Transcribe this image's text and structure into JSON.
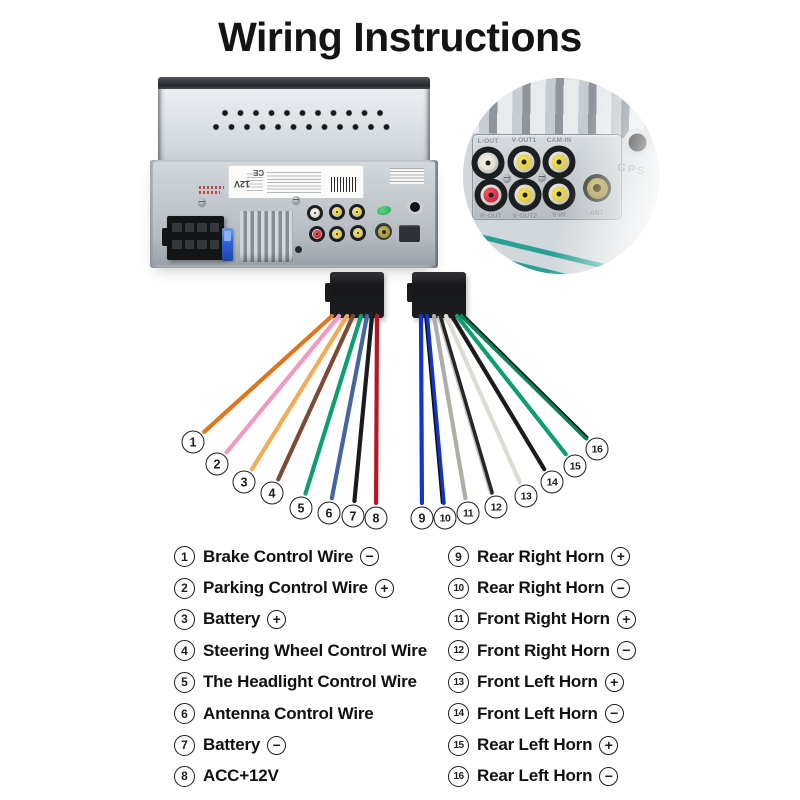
{
  "title": "Wiring Instructions",
  "unit": {
    "voltage_label": "12V",
    "ce_mark": "CE"
  },
  "inset": {
    "gps_label": "GPS",
    "ant_label": "ANT",
    "rca_top": [
      {
        "label": "L-OUT",
        "color": "white"
      },
      {
        "label": "V-OUT1",
        "color": "yellow"
      },
      {
        "label": "CAM-IN",
        "color": "yellow"
      }
    ],
    "rca_bottom": [
      {
        "label": "R-OUT",
        "color": "red"
      },
      {
        "label": "V-OUT2",
        "color": "yellow"
      },
      {
        "label": "V-IN",
        "color": "yellow"
      }
    ]
  },
  "harness": {
    "left_wires": [
      {
        "num": "1",
        "color": "#e0761c"
      },
      {
        "num": "2",
        "color": "#f399c1"
      },
      {
        "num": "3",
        "color": "#f3ab56"
      },
      {
        "num": "4",
        "color": "#7c4b33"
      },
      {
        "num": "5",
        "color": "#0d9e72"
      },
      {
        "num": "6",
        "color": "#44659f"
      },
      {
        "num": "7",
        "color": "#1b1b1b"
      },
      {
        "num": "8",
        "color": "#bb1524"
      }
    ],
    "right_wires": [
      {
        "num": "9",
        "color": "#1433c8"
      },
      {
        "num": "10",
        "color": "#1433c8",
        "stripe": "#111111"
      },
      {
        "num": "11",
        "color": "#aeaea6"
      },
      {
        "num": "12",
        "color": "#262626",
        "stripe": "#bcbcb4"
      },
      {
        "num": "13",
        "color": "#dcdcd5"
      },
      {
        "num": "14",
        "color": "#1b1b1b"
      },
      {
        "num": "15",
        "color": "#0d9e72"
      },
      {
        "num": "16",
        "color": "#0c7f57",
        "stripe": "#111111"
      }
    ]
  },
  "legend": {
    "left": [
      {
        "num": "1",
        "label": "Brake Control Wire",
        "sign": "−"
      },
      {
        "num": "2",
        "label": "Parking Control Wire",
        "sign": "+"
      },
      {
        "num": "3",
        "label": "Battery",
        "sign": "+"
      },
      {
        "num": "4",
        "label": "Steering Wheel Control Wire",
        "sign": ""
      },
      {
        "num": "5",
        "label": "The Headlight Control Wire",
        "sign": ""
      },
      {
        "num": "6",
        "label": "Antenna Control Wire",
        "sign": ""
      },
      {
        "num": "7",
        "label": "Battery",
        "sign": "−"
      },
      {
        "num": "8",
        "label": "ACC+12V",
        "sign": ""
      }
    ],
    "right": [
      {
        "num": "9",
        "label": "Rear Right Horn",
        "sign": "+"
      },
      {
        "num": "10",
        "label": "Rear Right Horn",
        "sign": "−"
      },
      {
        "num": "11",
        "label": "Front Right Horn",
        "sign": "+"
      },
      {
        "num": "12",
        "label": "Front Right Horn",
        "sign": "−"
      },
      {
        "num": "13",
        "label": "Front Left Horn",
        "sign": "+"
      },
      {
        "num": "14",
        "label": "Front Left Horn",
        "sign": "−"
      },
      {
        "num": "15",
        "label": "Rear Left Horn",
        "sign": "+"
      },
      {
        "num": "16",
        "label": "Rear Left Horn",
        "sign": "−"
      }
    ]
  },
  "colors": {
    "accent_teal": "#27a193",
    "rca_yellow": "#e7cf3e",
    "rca_red": "#cf2135",
    "rca_white": "#efe9df",
    "ant_gold": "#a8963e",
    "fuse_blue": "#2f62d6",
    "title_text": "#141414"
  }
}
